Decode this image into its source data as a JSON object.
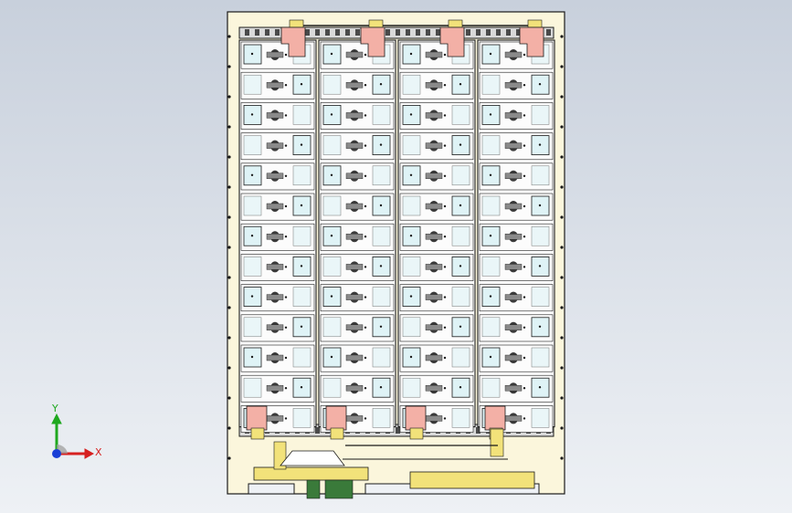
{
  "colors": {
    "bg_top": "#c8d0dc",
    "bg_bottom": "#eef1f5",
    "plate": "#fbf6dc",
    "outline": "#1a1a1a",
    "cell": "#dff3f6",
    "copper": "#f3b0a6",
    "yellow": "#f2e27a",
    "dark": "#5a5a5a",
    "green": "#3a7a3a",
    "axis_x": "#d62020",
    "axis_y": "#1fa81f",
    "axis_z": "#1a3fd6"
  },
  "triad": {
    "x_label": "X",
    "y_label": "Y"
  },
  "drawing": {
    "columns": 4,
    "rows": 13
  }
}
